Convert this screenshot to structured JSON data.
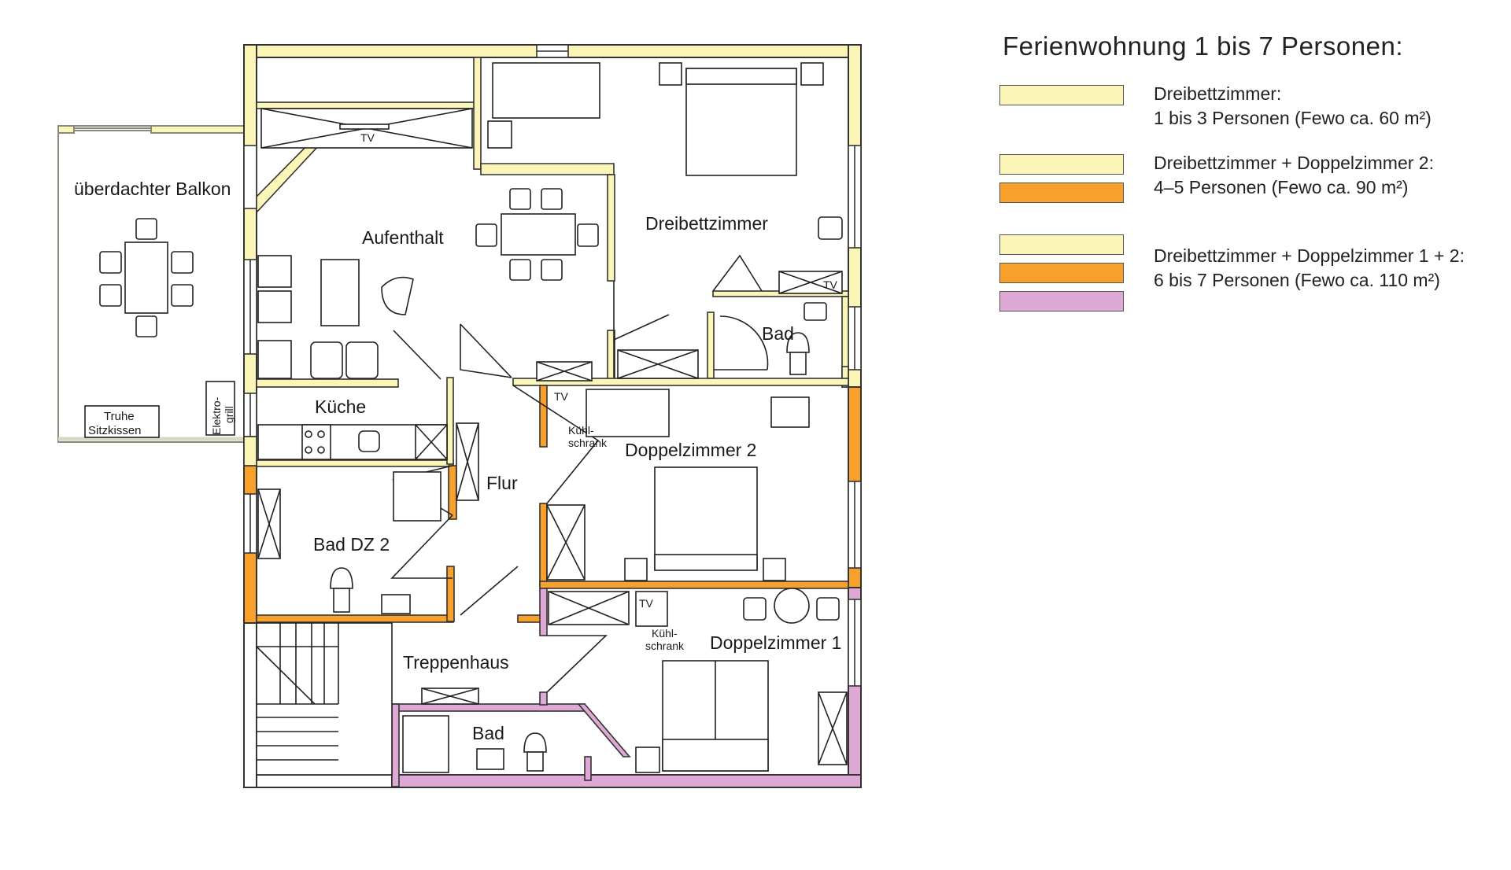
{
  "legend": {
    "title": "Ferienwohnung 1 bis 7 Personen:",
    "colors": {
      "yellow": "#fbf6b8",
      "orange": "#f7a02b",
      "lilac": "#dfa9d6"
    },
    "groups": [
      {
        "line1": "Dreibettzimmer:",
        "line2": "1 bis 3 Personen (Fewo ca. 60 m²)"
      },
      {
        "line1": "Dreibettzimmer + Doppelzimmer 2:",
        "line2": "4–5 Personen (Fewo ca. 90 m²)"
      },
      {
        "line1": "Dreibettzimmer + Doppelzimmer 1 + 2:",
        "line2": "6 bis 7 Personen (Fewo ca. 110 m²)"
      }
    ]
  },
  "rooms": {
    "balkon": "überdachter Balkon",
    "aufenthalt": "Aufenthalt",
    "dreibettzimmer": "Dreibettzimmer",
    "bad_top": "Bad",
    "kueche": "Küche",
    "flur": "Flur",
    "doppelzimmer2": "Doppelzimmer 2",
    "bad_dz2": "Bad DZ 2",
    "treppenhaus": "Treppenhaus",
    "bad_bottom": "Bad",
    "doppelzimmer1": "Doppelzimmer 1"
  },
  "furniture": {
    "tv": "TV",
    "truhe": "Truhe",
    "sitzkissen": "Sitzkissen",
    "elektro": "Elektro-",
    "grill": "grill",
    "kuehl": "Kühl-",
    "schrank": "schrank"
  }
}
